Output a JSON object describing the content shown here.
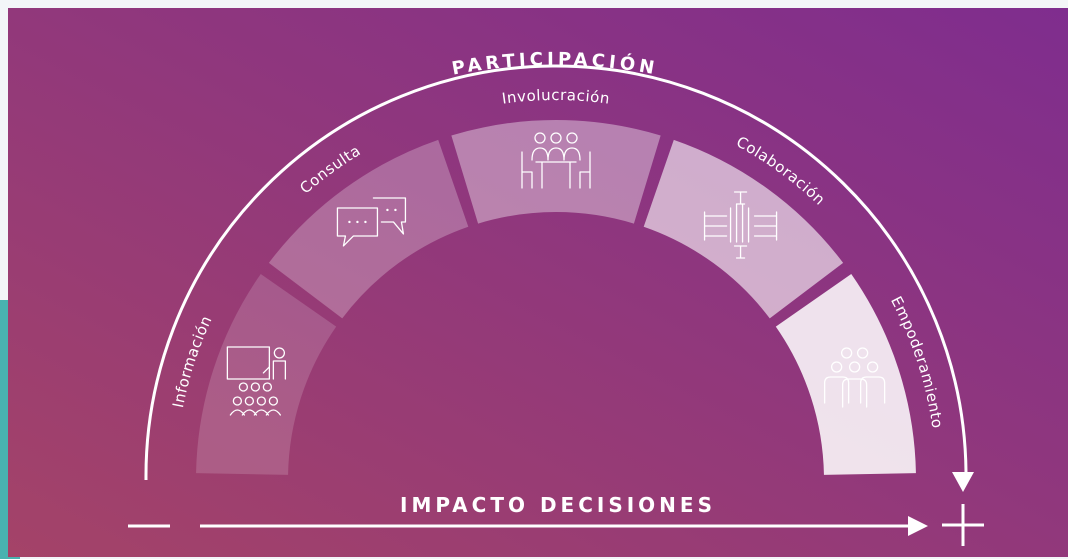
{
  "diagram": {
    "title": "PARTICIPACIÓN",
    "axis_label": "IMPACTO DECISIONES",
    "minus_symbol": "—",
    "plus_symbol": "+",
    "segments": [
      {
        "label": "Información",
        "icon": "presentation-audience-icon",
        "color": "#ffffff",
        "opacity": 0.16
      },
      {
        "label": "Consulta",
        "icon": "chat-bubbles-icon",
        "color": "#ffffff",
        "opacity": 0.26
      },
      {
        "label": "Involucración",
        "icon": "meeting-table-icon",
        "color": "#ffffff",
        "opacity": 0.38
      },
      {
        "label": "Colaboración",
        "icon": "stacked-hands-icon",
        "color": "#ffffff",
        "opacity": 0.6
      },
      {
        "label": "Empoderamiento",
        "icon": "group-people-icon",
        "color": "#ffffff",
        "opacity": 0.86
      }
    ],
    "colors": {
      "background_start": "#a44368",
      "background_end": "#7f2d8e",
      "page_bg": "#f3f5f8",
      "bottom_left_accent": "#49b2b0"
    }
  }
}
